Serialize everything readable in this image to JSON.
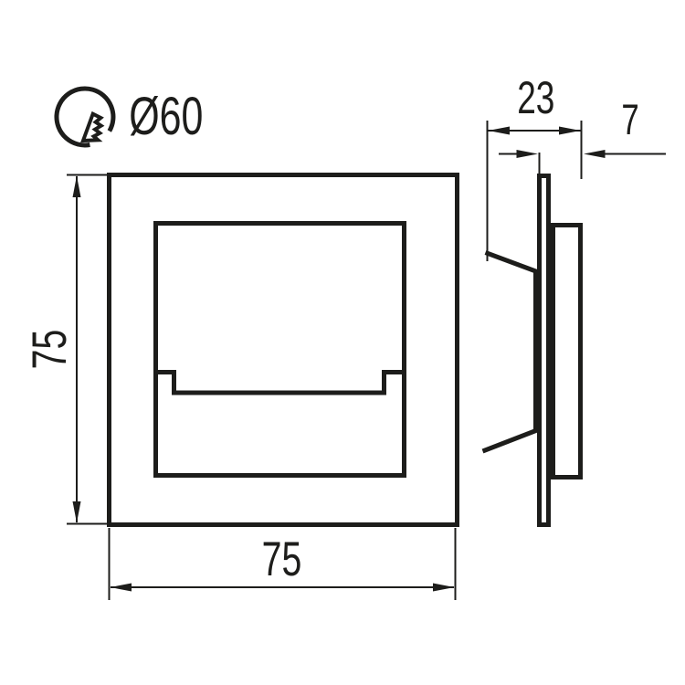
{
  "colors": {
    "line": "#1d1d1b",
    "background": "#ffffff"
  },
  "cutout": {
    "icon": "hole-saw-icon",
    "label": "Ø60"
  },
  "front_view": {
    "height_label": "75",
    "width_label": "75"
  },
  "side_view": {
    "depth_label": "23",
    "protrusion_label": "7"
  }
}
